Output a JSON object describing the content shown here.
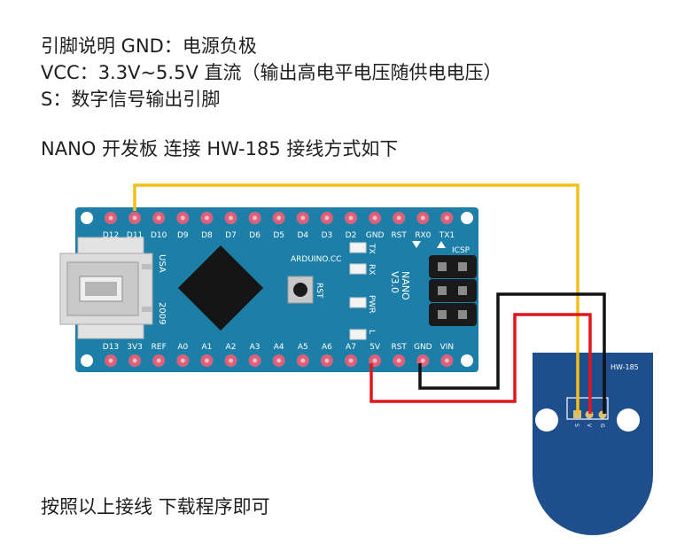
{
  "intro": {
    "line1": "引脚说明  GND：电源负极",
    "line2": "VCC：3.3V~5.5V 直流（输出高电平电压随供电电压）",
    "line3": "S：数字信号输出引脚"
  },
  "heading": "NANO 开发板 连接 HW-185  接线方式如下",
  "footer": "按照以上接线    下载程序即可",
  "board": {
    "top_pins": [
      "D12",
      "D11",
      "D10",
      "D9",
      "D8",
      "D7",
      "D6",
      "D5",
      "D4",
      "D3",
      "D2",
      "GND",
      "RST",
      "RX0",
      "TX1"
    ],
    "bottom_pins": [
      "D13",
      "3V3",
      "REF",
      "A0",
      "A1",
      "A2",
      "A3",
      "A4",
      "A5",
      "A6",
      "A7",
      "5V",
      "RST",
      "GND",
      "VIN"
    ],
    "brand": "ARDUINO.CC",
    "model_line1": "NANO",
    "model_line2": "V3.0",
    "usa": "USA",
    "year": "2009",
    "rst_button_label": "RST",
    "led_labels": [
      "TX",
      "RX",
      "PWR",
      "L"
    ],
    "icsp_label": "ICSP"
  },
  "sensor": {
    "name": "HW-185",
    "pins": [
      "S",
      "V",
      "G"
    ]
  },
  "colors": {
    "board": "#1d7fa8",
    "sensor": "#1f4e8c",
    "wire_signal": "#f2bf1a",
    "wire_power": "#e0181c",
    "wire_ground": "#111111",
    "pad": "#d9627a"
  }
}
